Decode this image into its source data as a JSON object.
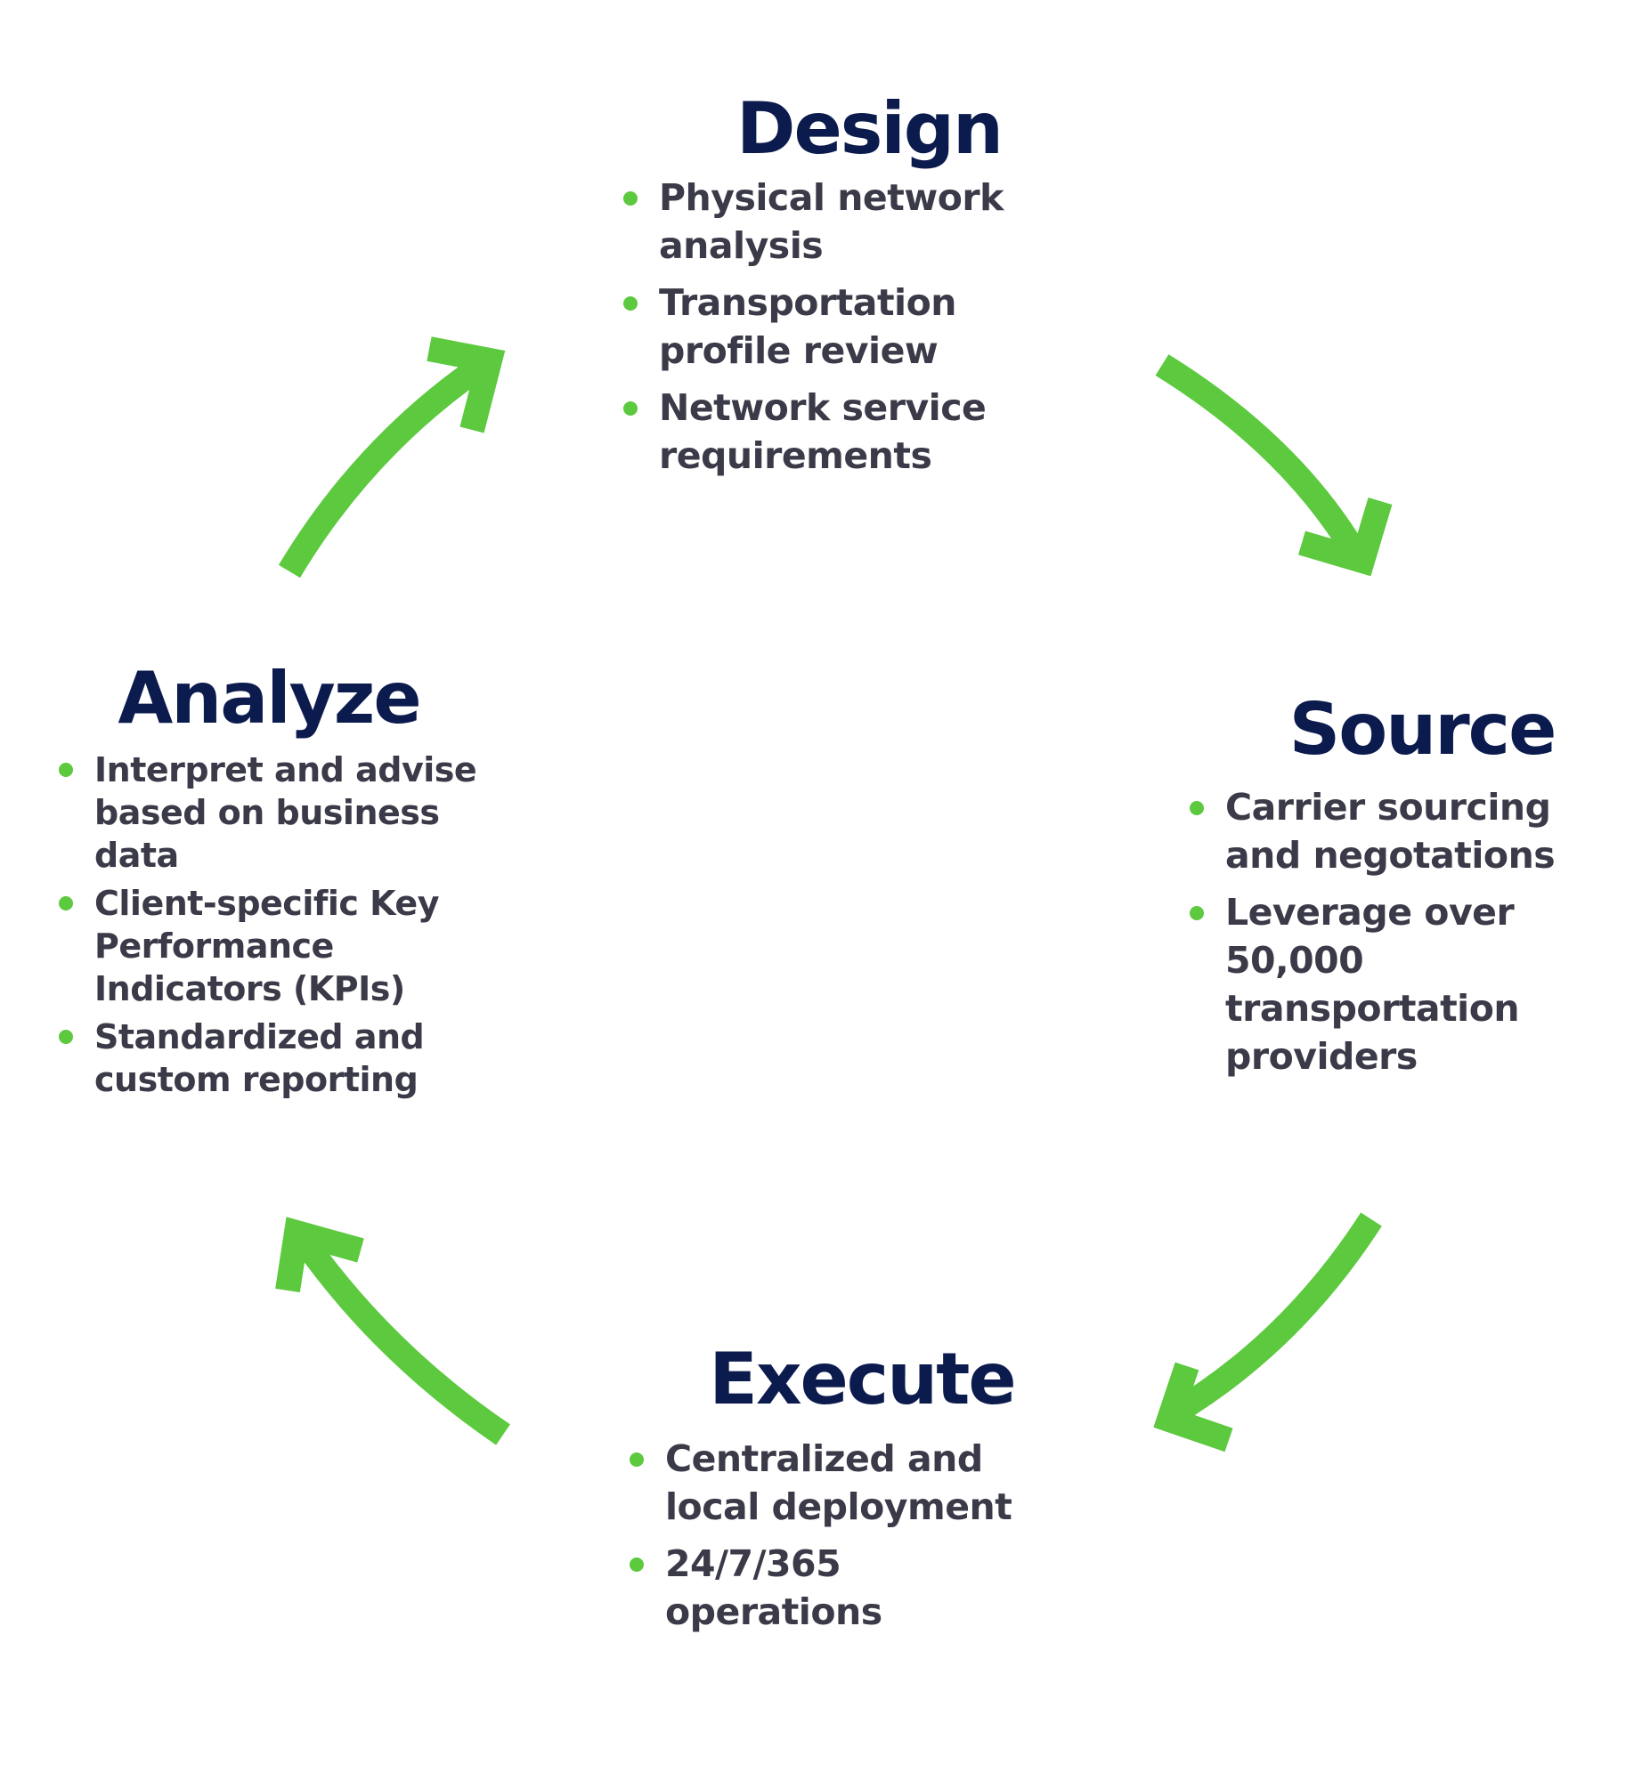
{
  "colors": {
    "title": "#0c1b4d",
    "text": "#3a3a48",
    "accent": "#5cc93e",
    "background": "#ffffff"
  },
  "phases": {
    "design": {
      "title": "Design",
      "bullets": [
        [
          "Physical network",
          "analysis"
        ],
        [
          "Transportation",
          "profile review"
        ],
        [
          "Network service",
          "requirements"
        ]
      ]
    },
    "source": {
      "title": "Source",
      "bullets": [
        [
          "Carrier sourcing",
          "and negotations"
        ],
        [
          "Leverage over",
          "50,000",
          "transportation",
          "providers"
        ]
      ]
    },
    "execute": {
      "title": "Execute",
      "bullets": [
        [
          "Centralized and",
          "local deployment"
        ],
        [
          "24/7/365",
          "operations"
        ]
      ]
    },
    "analyze": {
      "title": "Analyze",
      "bullets": [
        [
          "Interpret and advise",
          "based on business",
          "data"
        ],
        [
          "Client-specific Key",
          "Performance",
          "Indicators (KPIs)"
        ],
        [
          "Standardized and",
          "custom reporting"
        ]
      ]
    }
  },
  "arrows": [
    {
      "name": "arrow-design-to-source",
      "from": "Design",
      "to": "Source"
    },
    {
      "name": "arrow-source-to-execute",
      "from": "Source",
      "to": "Execute"
    },
    {
      "name": "arrow-execute-to-analyze",
      "from": "Execute",
      "to": "Analyze"
    },
    {
      "name": "arrow-analyze-to-design",
      "from": "Analyze",
      "to": "Design"
    }
  ]
}
